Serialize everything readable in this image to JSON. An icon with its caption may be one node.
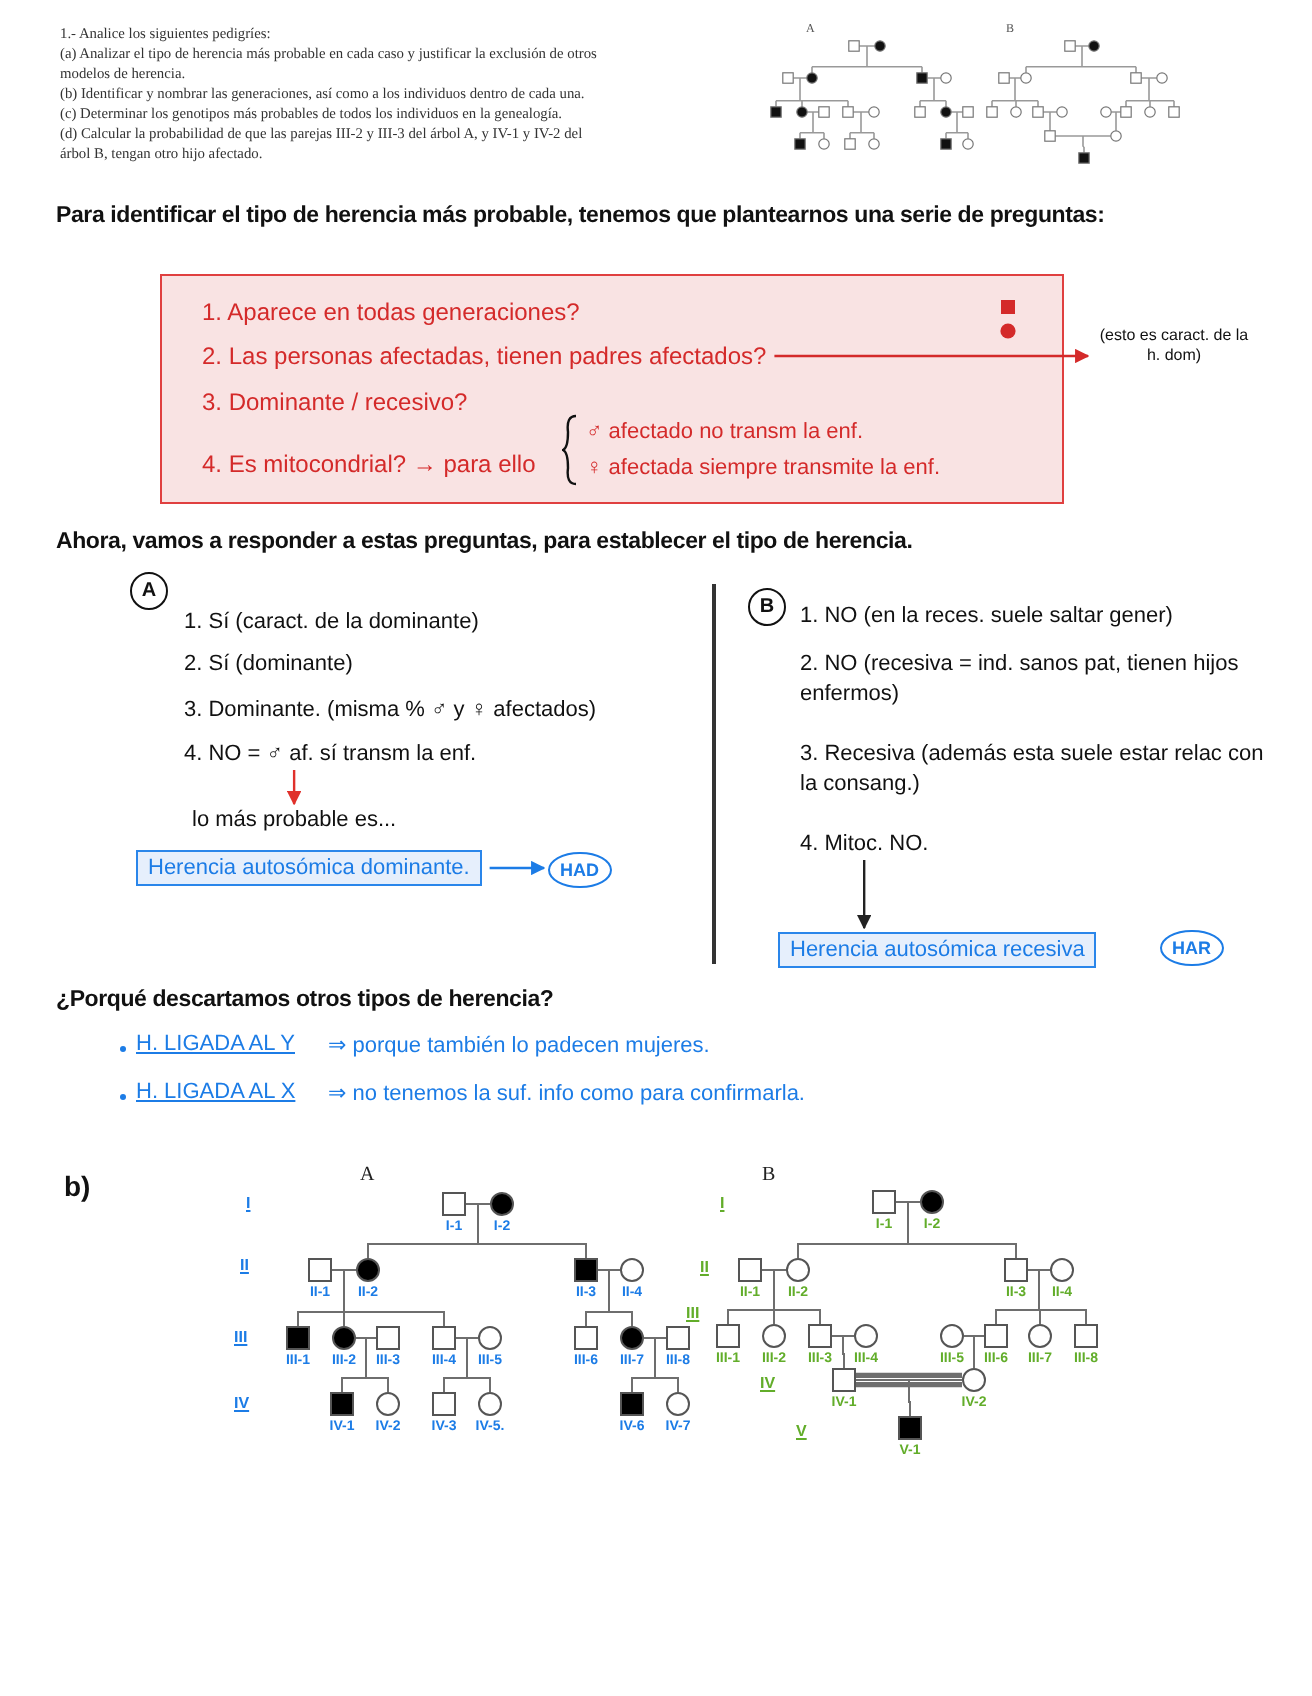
{
  "diagram": {
    "nodes": [
      {
        "text": [],
        "shape": "box"
      },
      {
        "text": [
          "1. Aparece en todas generaciones?"
        ],
        "in": 0
      },
      {
        "text": [
          "2. Las personas afectadas, tienen padres afectados?"
        ],
        "in": 0
      },
      {
        "text": [
          "3. Dominante / recesivo?"
        ],
        "in": 0
      },
      {
        "text": [
          "4. Es mitocondrial? → para ello"
        ],
        "in": 0
      },
      {
        "text": [
          "♂ afectado no transm la enf.",
          "♀ afectada siempre transmite la enf."
        ],
        "in": 0
      },
      {
        "text": [
          "(esto es caract. de la h. dom)"
        ]
      },
      {
        "text": [
          "A"
        ]
      },
      {
        "text": [
          "4. NO = ♂ af. sí transm la enf."
        ]
      },
      {
        "text": [
          "lo más probable es..."
        ]
      },
      {
        "text": [
          "Herencia autosómica dominante."
        ]
      },
      {
        "text": [
          "HAD"
        ]
      },
      {
        "text": [
          "B"
        ]
      },
      {
        "text": [
          "4. Mitoc. NO."
        ]
      },
      {
        "text": [
          "Herencia autosómica recesiva"
        ]
      },
      {
        "text": [
          "HAR"
        ]
      },
      {
        "text": [],
        "shape": "box",
        "beside": [
          "I-1"
        ]
      },
      {
        "text": [],
        "shape": "filled-circle",
        "beside": [
          "I-2"
        ]
      },
      {
        "text": [],
        "shape": "box",
        "beside": [
          "II-1"
        ]
      },
      {
        "text": [],
        "shape": "filled-circle",
        "beside": [
          "II-2"
        ]
      },
      {
        "text": [],
        "shape": "filled-box",
        "beside": [
          "II-3"
        ]
      },
      {
        "text": [],
        "shape": "circle",
        "beside": [
          "II-4"
        ]
      },
      {
        "text": [],
        "shape": "filled-box",
        "beside": [
          "III-1"
        ]
      },
      {
        "text": [],
        "shape": "filled-circle",
        "beside": [
          "III-2"
        ]
      },
      {
        "text": [],
        "shape": "box",
        "beside": [
          "III-3"
        ]
      },
      {
        "text": [],
        "shape": "box",
        "beside": [
          "III-4"
        ]
      },
      {
        "text": [],
        "shape": "circle",
        "beside": [
          "III-5"
        ]
      },
      {
        "text": [],
        "shape": "box",
        "beside": [
          "III-6"
        ]
      },
      {
        "text": [],
        "shape": "filled-circle",
        "beside": [
          "III-7"
        ]
      },
      {
        "text": [],
        "shape": "box",
        "beside": [
          "III-8"
        ]
      },
      {
        "text": [],
        "shape": "filled-box",
        "beside": [
          "IV-1"
        ]
      },
      {
        "text": [],
        "shape": "circle",
        "beside": [
          "IV-2"
        ]
      },
      {
        "text": [],
        "shape": "box",
        "beside": [
          "IV-3"
        ]
      },
      {
        "text": [],
        "shape": "circle",
        "beside": [
          "IV-5."
        ]
      },
      {
        "text": [],
        "shape": "filled-box",
        "beside": [
          "IV-6"
        ]
      },
      {
        "text": [],
        "shape": "circle",
        "beside": [
          "IV-7"
        ]
      },
      {
        "text": [],
        "shape": "box",
        "beside": [
          "I-1"
        ]
      },
      {
        "text": [],
        "shape": "filled-circle",
        "beside": [
          "I-2"
        ]
      },
      {
        "text": [],
        "shape": "box",
        "beside": [
          "II-1"
        ]
      },
      {
        "text": [],
        "shape": "circle",
        "beside": [
          "II-2"
        ]
      },
      {
        "text": [],
        "shape": "box",
        "beside": [
          "II-3"
        ]
      },
      {
        "text": [],
        "shape": "circle",
        "beside": [
          "II-4"
        ]
      },
      {
        "text": [],
        "shape": "box",
        "beside": [
          "III-1"
        ]
      },
      {
        "text": [],
        "shape": "circle",
        "beside": [
          "III-2"
        ]
      },
      {
        "text": [],
        "shape": "box",
        "beside": [
          "III-3"
        ]
      },
      {
        "text": [],
        "shape": "circle",
        "beside": [
          "III-4"
        ]
      },
      {
        "text": [],
        "shape": "circle",
        "beside": [
          "III-5"
        ]
      },
      {
        "text": [],
        "shape": "box",
        "beside": [
          "III-6"
        ]
      },
      {
        "text": [],
        "shape": "circle",
        "beside": [
          "III-7"
        ]
      },
      {
        "text": [],
        "shape": "box",
        "beside": [
          "III-8"
        ]
      },
      {
        "text": [],
        "shape": "box",
        "beside": [
          "IV-1"
        ]
      },
      {
        "text": [],
        "shape": "circle",
        "beside": [
          "IV-2"
        ]
      },
      {
        "text": [],
        "shape": "filled-box",
        "beside": [
          "V-1"
        ]
      }
    ],
    "edges": [
      {
        "from": 2,
        "to": 6,
        "arrow": "to",
        "color": "#d42a2a"
      },
      {
        "from": 8,
        "to": 9,
        "arrow": "to",
        "color": "#e0312b"
      },
      {
        "from": 10,
        "to": 11,
        "arrow": "to",
        "color": "#1c7ce6"
      },
      {
        "from": 13,
        "to": 14,
        "arrow": "to",
        "color": "#222222"
      },
      {
        "from": 16,
        "to": 17,
        "arrow": "none"
      },
      {
        "from": 18,
        "to": 19,
        "arrow": "none"
      },
      {
        "from": 20,
        "to": 21,
        "arrow": "none"
      },
      {
        "from": 23,
        "to": 24,
        "arrow": "none"
      },
      {
        "from": 25,
        "to": 26,
        "arrow": "none"
      },
      {
        "from": 28,
        "to": 29,
        "arrow": "none"
      },
      {
        "from": 16,
        "to": 19,
        "arrow": "none"
      },
      {
        "from": 17,
        "to": 19,
        "arrow": "none"
      },
      {
        "from": 16,
        "to": 20,
        "arrow": "none"
      },
      {
        "from": 17,
        "to": 20,
        "arrow": "none"
      },
      {
        "from": 18,
        "to": 22,
        "arrow": "none"
      },
      {
        "from": 19,
        "to": 22,
        "arrow": "none"
      },
      {
        "from": 18,
        "to": 23,
        "arrow": "none"
      },
      {
        "from": 19,
        "to": 23,
        "arrow": "none"
      },
      {
        "from": 18,
        "to": 25,
        "arrow": "none"
      },
      {
        "from": 19,
        "to": 25,
        "arrow": "none"
      },
      {
        "from": 20,
        "to": 27,
        "arrow": "none"
      },
      {
        "from": 21,
        "to": 27,
        "arrow": "none"
      },
      {
        "from": 20,
        "to": 28,
        "arrow": "none"
      },
      {
        "from": 21,
        "to": 28,
        "arrow": "none"
      },
      {
        "from": 23,
        "to": 30,
        "arrow": "none"
      },
      {
        "from": 24,
        "to": 30,
        "arrow": "none"
      },
      {
        "from": 23,
        "to": 31,
        "arrow": "none"
      },
      {
        "from": 24,
        "to": 31,
        "arrow": "none"
      },
      {
        "from": 25,
        "to": 32,
        "arrow": "none"
      },
      {
        "from": 26,
        "to": 32,
        "arrow": "none"
      },
      {
        "from": 25,
        "to": 33,
        "arrow": "none"
      },
      {
        "from": 26,
        "to": 33,
        "arrow": "none"
      },
      {
        "from": 28,
        "to": 34,
        "arrow": "none"
      },
      {
        "from": 29,
        "to": 34,
        "arrow": "none"
      },
      {
        "from": 28,
        "to": 35,
        "arrow": "none"
      },
      {
        "from": 29,
        "to": 35,
        "arrow": "none"
      },
      {
        "from": 36,
        "to": 37,
        "arrow": "none"
      },
      {
        "from": 38,
        "to": 39,
        "arrow": "none"
      },
      {
        "from": 40,
        "to": 41,
        "arrow": "none"
      },
      {
        "from": 44,
        "to": 45,
        "arrow": "none"
      },
      {
        "from": 46,
        "to": 47,
        "arrow": "none"
      },
      {
        "from": 50,
        "to": 51,
        "arrow": "none",
        "style": "thick"
      },
      {
        "from": 36,
        "to": 39,
        "arrow": "none"
      },
      {
        "from": 37,
        "to": 39,
        "arrow": "none"
      },
      {
        "from": 36,
        "to": 40,
        "arrow": "none"
      },
      {
        "from": 37,
        "to": 40,
        "arrow": "none"
      },
      {
        "from": 38,
        "to": 42,
        "arrow": "none"
      },
      {
        "from": 39,
        "to": 42,
        "arrow": "none"
      },
      {
        "from": 38,
        "to": 43,
        "arrow": "none"
      },
      {
        "from": 39,
        "to": 43,
        "arrow": "none"
      },
      {
        "from": 38,
        "to": 44,
        "arrow": "none"
      },
      {
        "from": 39,
        "to": 44,
        "arrow": "none"
      },
      {
        "from": 40,
        "to": 47,
        "arrow": "none"
      },
      {
        "from": 41,
        "to": 47,
        "arrow": "none"
      },
      {
        "from": 40,
        "to": 48,
        "arrow": "none"
      },
      {
        "from": 41,
        "to": 48,
        "arrow": "none"
      },
      {
        "from": 40,
        "to": 49,
        "arrow": "none"
      },
      {
        "from": 41,
        "to": 49,
        "arrow": "none"
      },
      {
        "from": 44,
        "to": 50,
        "arrow": "none"
      },
      {
        "from": 45,
        "to": 50,
        "arrow": "none"
      },
      {
        "from": 46,
        "to": 51,
        "arrow": "none"
      },
      {
        "from": 47,
        "to": 51,
        "arrow": "none"
      },
      {
        "from": 50,
        "to": 52,
        "arrow": "none"
      },
      {
        "from": 51,
        "to": 52,
        "arrow": "none"
      }
    ],
    "labels": [
      "1.- Analice los siguientes pedigríes:",
      "(a) Analizar el tipo de herencia más probable en cada caso y justificar la exclusión de otros modelos de herencia.",
      "(b) Identificar y nombrar las generaciones, así como a los individuos dentro de cada una.",
      "(c) Determinar los genotipos más probables de todos los individuos en la genealogía.",
      "(d) Calcular la probabilidad de que las parejas III-2 y III-3 del árbol A, y IV-1 y IV-2 del árbol B, tengan otro hijo afectado.",
      "A",
      "B",
      "Para identificar el tipo de herencia más probable, tenemos que plantearnos una serie de preguntas:",
      "Ahora, vamos a responder a estas preguntas, para establecer el tipo de herencia.",
      "1. Sí (caract. de la dominante)",
      "2. Sí (dominante)",
      "3. Dominante. (misma % ♂ y ♀ afectados)",
      "1. NO (en la reces. suele saltar gener)",
      "2. NO (recesiva = ind. sanos pat, tienen hijos enfermos)",
      "3. Recesiva (además esta suele estar relac con la consang.)",
      "¿Porqué descartamos otros tipos de herencia?",
      "H. LIGADA AL Y",
      "⇒ porque también lo padecen mujeres.",
      "H. LIGADA AL X",
      "⇒ no tenemos la suf. info como para confirmarla.",
      "b)",
      "A",
      "B",
      "I",
      "II",
      "III",
      "IV",
      "I",
      "II",
      "III",
      "IV",
      "V"
    ]
  }
}
